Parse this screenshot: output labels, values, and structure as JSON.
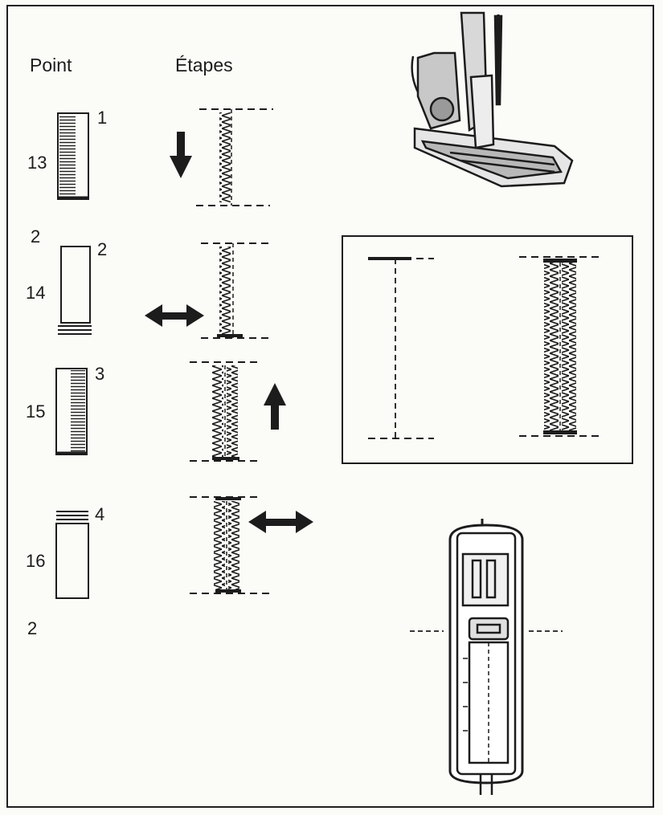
{
  "headers": {
    "point": "Point",
    "etapes": "Étapes"
  },
  "stitches": [
    {
      "number": "13",
      "step": "1"
    },
    {
      "number": "14",
      "step": "2"
    },
    {
      "number": "15",
      "step": "3"
    },
    {
      "number": "16",
      "step": "4"
    }
  ],
  "notes": {
    "a": "2",
    "b": "2"
  },
  "colors": {
    "ink": "#1c1c1c",
    "paper": "#fbfbf8"
  },
  "icons": [
    "arrow-down-icon",
    "arrow-left-right-icon",
    "arrow-up-icon",
    "presser-foot-side-icon",
    "presser-foot-top-icon"
  ]
}
